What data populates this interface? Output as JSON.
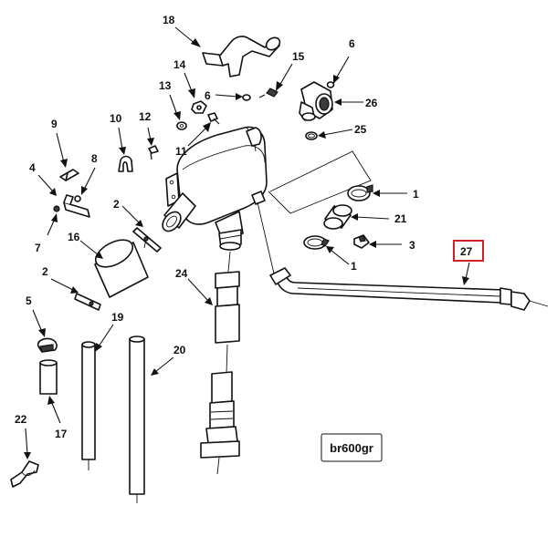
{
  "diagram_code": "br600gr",
  "highlighted_callout": "27",
  "callouts": [
    {
      "id": "18",
      "label": "18"
    },
    {
      "id": "14",
      "label": "14"
    },
    {
      "id": "15",
      "label": "15"
    },
    {
      "id": "6a",
      "label": "6"
    },
    {
      "id": "6b",
      "label": "6"
    },
    {
      "id": "13",
      "label": "13"
    },
    {
      "id": "12",
      "label": "12"
    },
    {
      "id": "11",
      "label": "11"
    },
    {
      "id": "10",
      "label": "10"
    },
    {
      "id": "9",
      "label": "9"
    },
    {
      "id": "4",
      "label": "4"
    },
    {
      "id": "8",
      "label": "8"
    },
    {
      "id": "7",
      "label": "7"
    },
    {
      "id": "2a",
      "label": "2"
    },
    {
      "id": "2b",
      "label": "2"
    },
    {
      "id": "16",
      "label": "16"
    },
    {
      "id": "26",
      "label": "26"
    },
    {
      "id": "25",
      "label": "25"
    },
    {
      "id": "1a",
      "label": "1"
    },
    {
      "id": "1b",
      "label": "1"
    },
    {
      "id": "21",
      "label": "21"
    },
    {
      "id": "3",
      "label": "3"
    },
    {
      "id": "27",
      "label": "27"
    },
    {
      "id": "24",
      "label": "24"
    },
    {
      "id": "5",
      "label": "5"
    },
    {
      "id": "19",
      "label": "19"
    },
    {
      "id": "20",
      "label": "20"
    },
    {
      "id": "17",
      "label": "17"
    },
    {
      "id": "22",
      "label": "22"
    }
  ]
}
